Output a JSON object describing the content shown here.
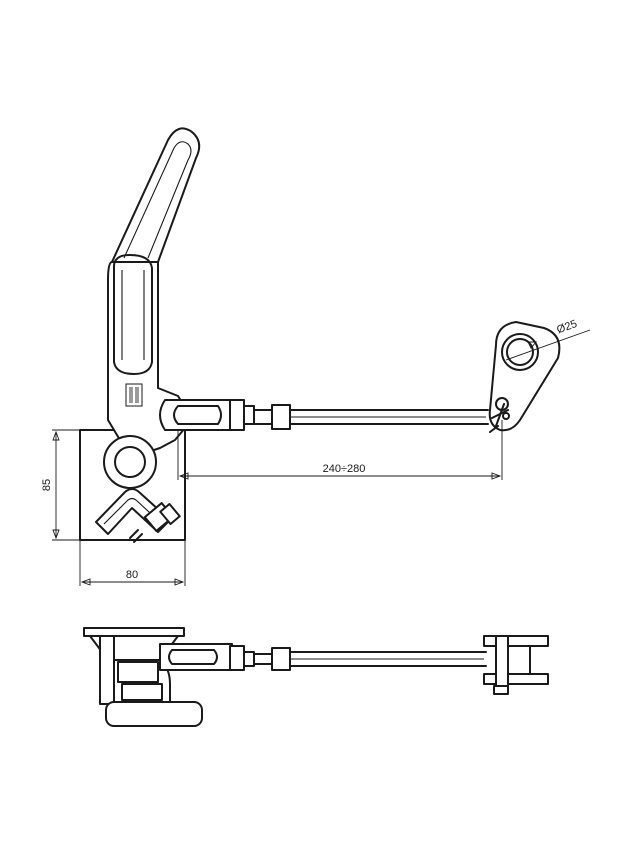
{
  "dimensions": {
    "height": "85",
    "width": "80",
    "reach": "240÷280",
    "diameter": "Ø25"
  },
  "colors": {
    "line": "#1a1a1a",
    "background": "#ffffff"
  }
}
